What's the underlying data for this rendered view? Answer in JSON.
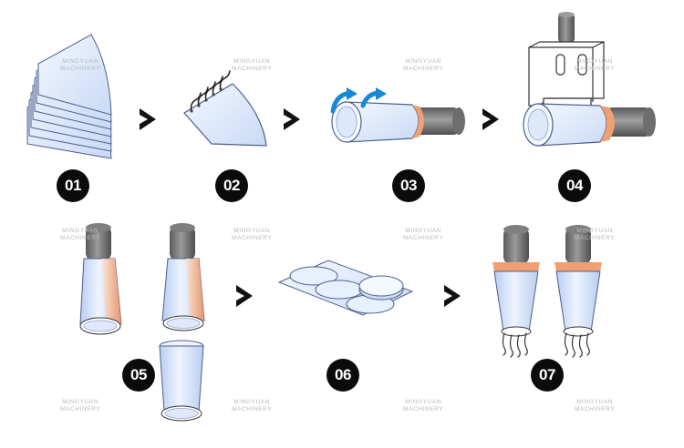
{
  "steps": [
    {
      "number": "01"
    },
    {
      "number": "02"
    },
    {
      "number": "03"
    },
    {
      "number": "04"
    },
    {
      "number": "05"
    },
    {
      "number": "06"
    },
    {
      "number": "07"
    }
  ],
  "watermark": {
    "line1": "MINGYUAN",
    "line2": "MACHINERY"
  },
  "colors": {
    "film": "#d9e6fa",
    "film_edge": "#5a6fa0",
    "accent_orange": "#f0a070",
    "arrow": "#1589d6",
    "badge": "#0b0b0b",
    "roller": "#707070"
  }
}
